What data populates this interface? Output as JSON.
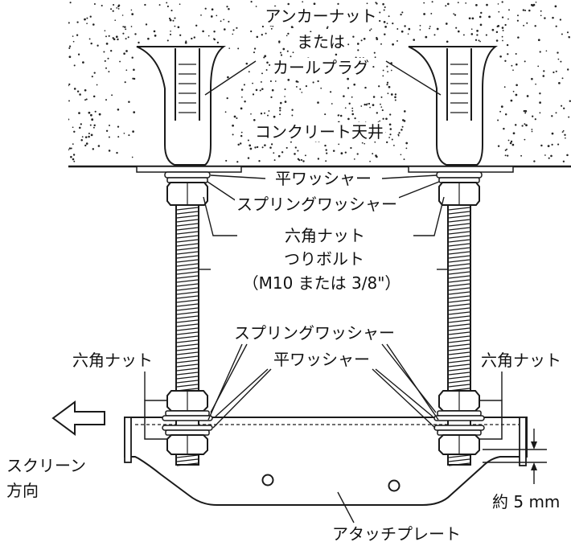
{
  "labels": {
    "anchor_nut": "アンカーナット",
    "or": "または",
    "curl_plug": "カールプラグ",
    "concrete_ceiling": "コンクリート天井",
    "flat_washer_top": "平ワッシャー",
    "spring_washer_top": "スプリングワッシャー",
    "hex_nut_top": "六角ナット",
    "suspension_bolt": "つりボルト",
    "bolt_spec": "（M10 または 3/8\"）",
    "spring_washer_bottom": "スプリングワッシャー",
    "flat_washer_bottom": "平ワッシャー",
    "hex_nut_left": "六角ナット",
    "hex_nut_right": "六角ナット",
    "screen_direction_1": "スクリーン",
    "screen_direction_2": "方向",
    "gap": "約 5 mm",
    "attach_plate": "アタッチプレート"
  },
  "colors": {
    "line": "#1a1a1a",
    "fill": "#ffffff"
  }
}
